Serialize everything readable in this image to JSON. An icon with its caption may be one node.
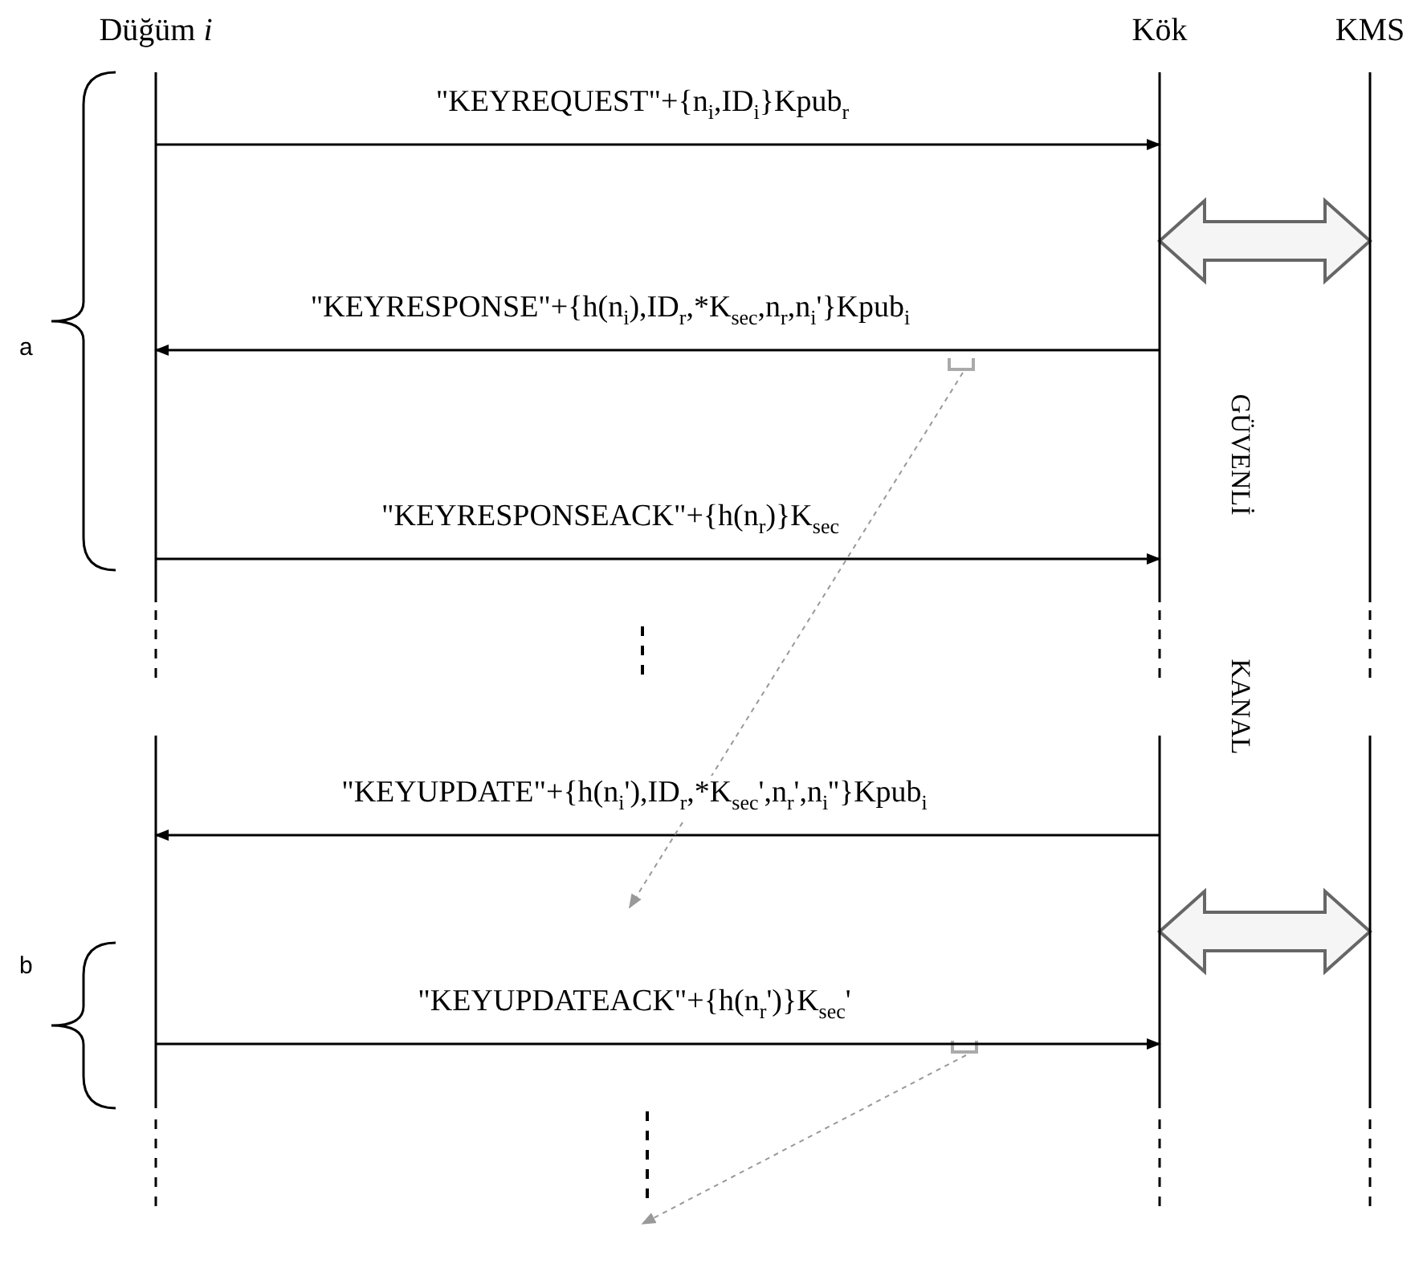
{
  "diagram": {
    "nodes": [
      {
        "text": [
          "Düğüm *i*"
        ]
      },
      {
        "text": [
          "Kök"
        ]
      },
      {
        "text": [
          "KMS"
        ]
      },
      {
        "text": [],
        "shape": "bracket"
      },
      {
        "text": [],
        "shape": "bracket"
      }
    ],
    "edges": [
      {
        "from": 0,
        "to": 1,
        "arrow": "to",
        "label": "\"KEYREQUEST\"+{n$_{i}$,ID$_{i}$}Kpub$_{r}$"
      },
      {
        "from": 1,
        "to": 2,
        "arrow": "both",
        "style": "thick"
      },
      {
        "from": 1,
        "to": 0,
        "arrow": "to",
        "label": "\"KEYRESPONSE\"+{h(n$_{i}$),ID$_{r}$,*K$_{sec}$,n$_{r}$,n$_{i}$'}Kpub$_{i}$"
      },
      {
        "from": 0,
        "to": 1,
        "arrow": "to",
        "label": "\"KEYRESPONSEACK\"+{h(n$_{r}$)}K$_{sec}$"
      },
      {
        "from": 1,
        "to": 0,
        "arrow": "to",
        "label": "\"KEYUPDATE\"+{h(n$_{i}$'),ID$_{r}$,*K$_{sec}$',n$_{r}$',n$_{i}$''}Kpub$_{i}$"
      },
      {
        "from": 1,
        "to": 2,
        "arrow": "both",
        "style": "thick"
      },
      {
        "from": 0,
        "to": 1,
        "arrow": "to",
        "label": "\"KEYUPDATEACK\"+{h(n$_{r}$')}K$_{sec}$'"
      },
      {
        "from": 3,
        "to": null,
        "arrow": "to",
        "style": "dashed",
        "color": "#999999"
      },
      {
        "from": 4,
        "to": null,
        "arrow": "to",
        "style": "dashed",
        "color": "#999999"
      }
    ],
    "labels": [
      "a",
      "GÜVENLİ",
      "KANAL",
      "b"
    ]
  }
}
